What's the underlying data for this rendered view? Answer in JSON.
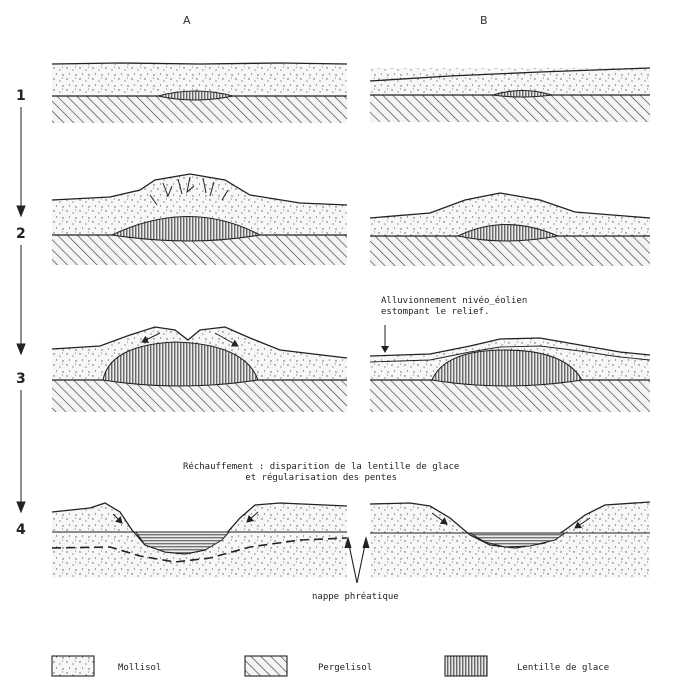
{
  "columns": {
    "a": "A",
    "b": "B"
  },
  "stages": [
    "1",
    "2",
    "3",
    "4"
  ],
  "annotations": {
    "alluvionnement_line1": "Alluvionnement nivéo_éolien",
    "alluvionnement_line2": "estompant le relief.",
    "rechauffement_line1": "Réchauffement : disparition de la lentille de glace",
    "rechauffement_line2": "et régularisation des pentes",
    "nappe": "nappe phréatique"
  },
  "legend": {
    "mollisol": "Mollisol",
    "pergelisol": "Pergelisol",
    "lentille": "Lentille   de  glace"
  }
}
